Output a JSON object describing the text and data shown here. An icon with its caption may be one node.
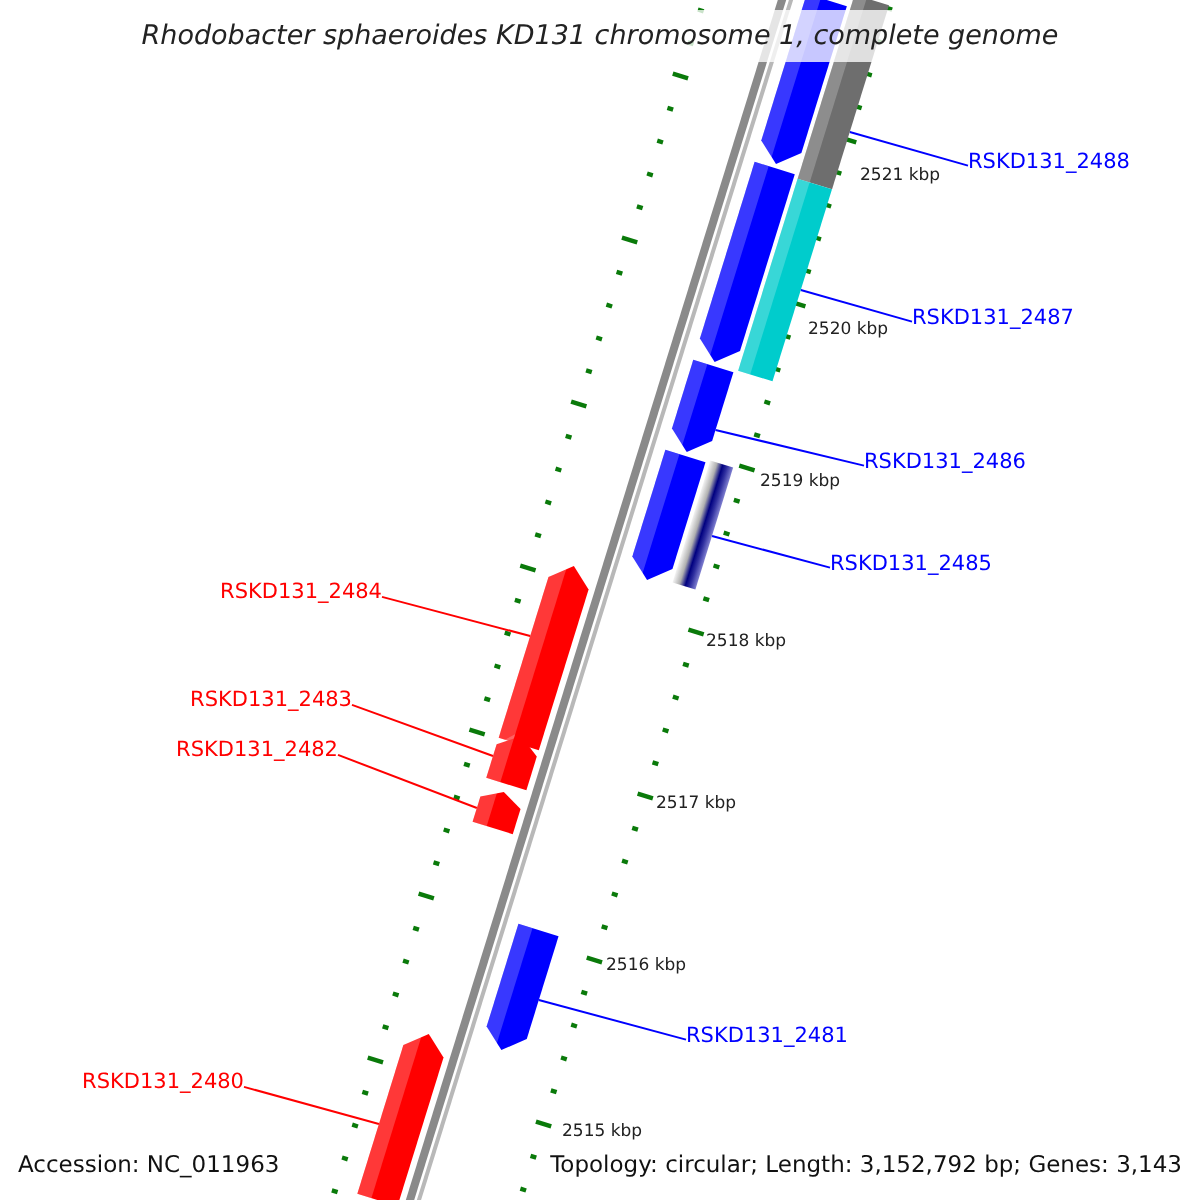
{
  "diagram": {
    "title": "Rhodobacter sphaeroides KD131 chromosome 1, complete genome",
    "nodes": [
      {
        "text": [
          "RSKD131_2488"
        ]
      },
      {
        "text": [
          "RSKD131_2487"
        ]
      },
      {
        "text": [
          "RSKD131_2486"
        ]
      },
      {
        "text": [
          "RSKD131_2485"
        ]
      },
      {
        "text": [
          "RSKD131_2484"
        ]
      },
      {
        "text": [
          "RSKD131_2483"
        ]
      },
      {
        "text": [
          "RSKD131_2482"
        ]
      },
      {
        "text": [
          "RSKD131_2481"
        ]
      },
      {
        "text": [
          "RSKD131_2480"
        ]
      },
      {
        "text": [],
        "shape": "pentagon"
      },
      {
        "text": [],
        "shape": "bar"
      },
      {
        "text": [],
        "shape": "pentagon"
      },
      {
        "text": [],
        "shape": "bar"
      },
      {
        "text": [],
        "shape": "pentagon"
      },
      {
        "text": [],
        "shape": "pentagon"
      },
      {
        "text": [],
        "shape": "bar"
      },
      {
        "text": [],
        "shape": "pentagon"
      },
      {
        "text": [],
        "shape": "pentagon"
      },
      {
        "text": [],
        "shape": "pentagon"
      },
      {
        "text": [],
        "shape": "pentagon"
      },
      {
        "text": [],
        "shape": "pentagon"
      }
    ],
    "edges": [
      {
        "from": 0,
        "to": 10,
        "arrow": "none"
      },
      {
        "from": 1,
        "to": 12,
        "arrow": "none"
      },
      {
        "from": 2,
        "to": 13,
        "arrow": "none"
      },
      {
        "from": 3,
        "to": 15,
        "arrow": "none"
      },
      {
        "from": 4,
        "to": 16,
        "arrow": "none",
        "color": "#ff0000"
      },
      {
        "from": 5,
        "to": 17,
        "arrow": "none",
        "color": "#ff0000"
      },
      {
        "from": 6,
        "to": 18,
        "arrow": "none",
        "color": "#ff0000"
      },
      {
        "from": 7,
        "to": 19,
        "arrow": "none"
      },
      {
        "from": 8,
        "to": 20,
        "arrow": "none",
        "color": "#ff0000"
      }
    ],
    "labels": [
      "2521 kbp",
      "2520 kbp",
      "2519 kbp",
      "2518 kbp",
      "2517 kbp",
      "2516 kbp",
      "2515 kbp",
      "Accession: NC_011963",
      "Topology: circular; Length: 3,152,792 bp; Genes: 3,143"
    ]
  }
}
